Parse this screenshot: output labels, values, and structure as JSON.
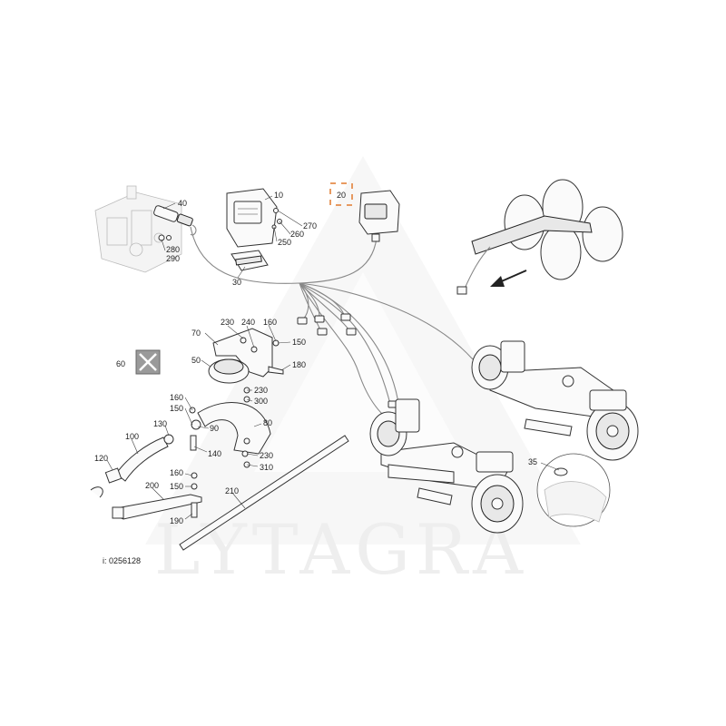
{
  "watermark": {
    "text": "LYTAGRA"
  },
  "image_id_label": "i: 0256128",
  "callouts": [
    {
      "id": "c40",
      "text": "40"
    },
    {
      "id": "c10",
      "text": "10"
    },
    {
      "id": "c20",
      "text": "20",
      "highlight": true
    },
    {
      "id": "c270",
      "text": "270"
    },
    {
      "id": "c260",
      "text": "260"
    },
    {
      "id": "c250",
      "text": "250"
    },
    {
      "id": "c280",
      "text": "280"
    },
    {
      "id": "c290",
      "text": "290"
    },
    {
      "id": "c30",
      "text": "30"
    },
    {
      "id": "c230a",
      "text": "230"
    },
    {
      "id": "c240",
      "text": "240"
    },
    {
      "id": "c160a",
      "text": "160"
    },
    {
      "id": "c70",
      "text": "70"
    },
    {
      "id": "c150a",
      "text": "150"
    },
    {
      "id": "c60",
      "text": "60"
    },
    {
      "id": "c50",
      "text": "50"
    },
    {
      "id": "c180",
      "text": "180"
    },
    {
      "id": "c230b",
      "text": "230"
    },
    {
      "id": "c300",
      "text": "300"
    },
    {
      "id": "c160b",
      "text": "160"
    },
    {
      "id": "c150b",
      "text": "150"
    },
    {
      "id": "c130",
      "text": "130"
    },
    {
      "id": "c90",
      "text": "90"
    },
    {
      "id": "c80",
      "text": "80"
    },
    {
      "id": "c100",
      "text": "100"
    },
    {
      "id": "c140",
      "text": "140"
    },
    {
      "id": "c230c",
      "text": "230"
    },
    {
      "id": "c310",
      "text": "310"
    },
    {
      "id": "c120",
      "text": "120"
    },
    {
      "id": "c160c",
      "text": "160"
    },
    {
      "id": "c150c",
      "text": "150"
    },
    {
      "id": "c200",
      "text": "200"
    },
    {
      "id": "c210",
      "text": "210"
    },
    {
      "id": "c190",
      "text": "190"
    },
    {
      "id": "c35",
      "text": "35"
    }
  ],
  "colors": {
    "highlight": "#e07a2e",
    "line": "#333333",
    "wire": "#888888",
    "watermark": "#eeeeee"
  },
  "icons": {
    "not_available": "crossed-out-part-icon",
    "direction": "direction-arrow-icon"
  }
}
